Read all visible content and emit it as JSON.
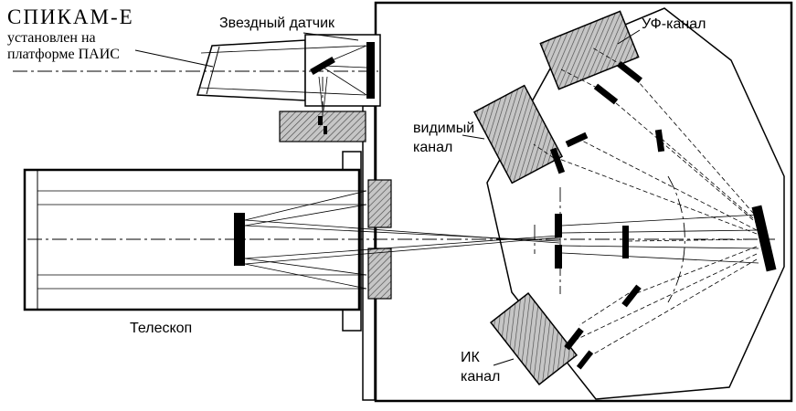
{
  "diagram": {
    "title": "СПИКАМ-Е",
    "subtitle_line1": "установлен на",
    "subtitle_line2": "платформе ПАИС",
    "labels": {
      "star_sensor": "Звездный датчик",
      "telescope": "Телескоп",
      "uv_channel": "УФ-канал",
      "visible_channel_line1": "видимый",
      "visible_channel_line2": "канал",
      "ir_channel_line1": "ИК",
      "ir_channel_line2": "канал"
    },
    "colors": {
      "line": "#000000",
      "background": "#ffffff",
      "hatch_fill": "#c6c6c6",
      "hatch_line": "#4a4a4a"
    }
  }
}
